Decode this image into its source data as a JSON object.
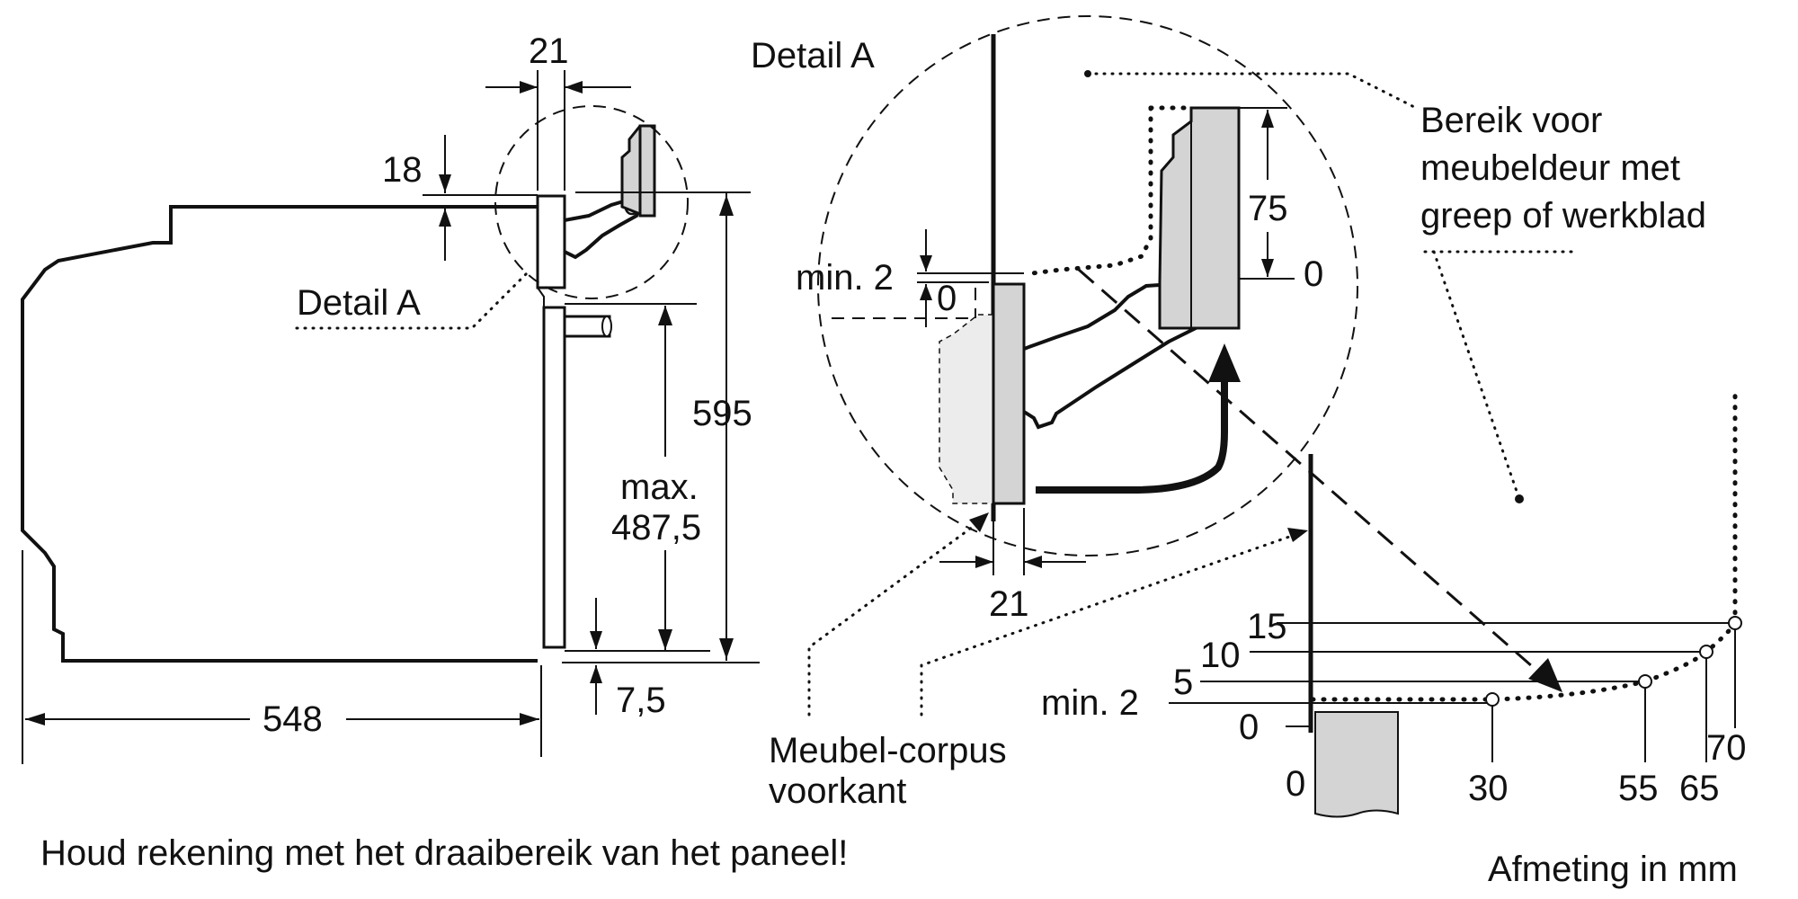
{
  "labels": {
    "detail_a_main": "Detail A",
    "detail_a_zoom": "Detail A",
    "reach_line1": "Bereik voor",
    "reach_line2": "meubeldeur met",
    "reach_line3": "greep of werkblad",
    "cabinet_line1": "Meubel-corpus",
    "cabinet_line2": "voorkant",
    "note": "Houd rekening met het draaibereik van het paneel!",
    "units": "Afmeting in mm"
  },
  "dimensions": {
    "top_gap": "21",
    "top_offset": "18",
    "height": "595",
    "max_label": "max.",
    "max_value": "487,5",
    "bottom_offset": "7,5",
    "depth": "548",
    "detail_min": "min. 2",
    "detail_zero": "0",
    "detail_75": "75",
    "detail_0": "0",
    "detail_gap": "21"
  },
  "graph": {
    "y_ticks": [
      "15",
      "10",
      "5",
      "min. 2",
      "0"
    ],
    "x_ticks": [
      "0",
      "30",
      "55",
      "65",
      "70"
    ]
  },
  "colors": {
    "line": "#111111",
    "panel_fill": "#d4d4d4",
    "cabinet_fill": "#ececec"
  }
}
